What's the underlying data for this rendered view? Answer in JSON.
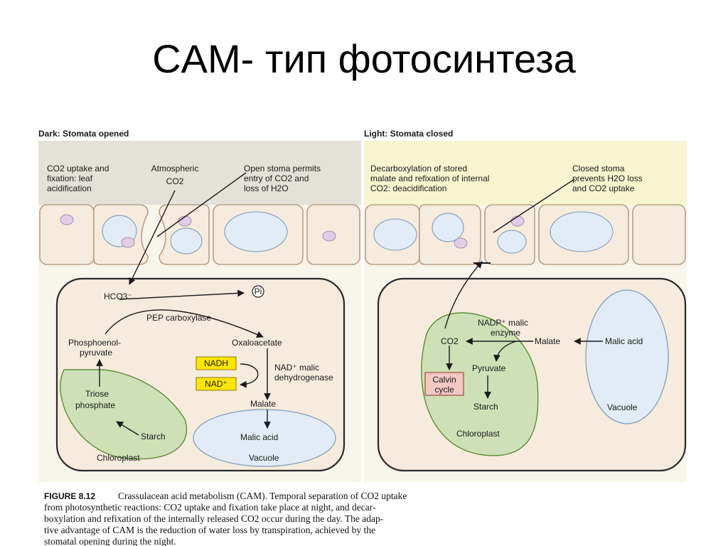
{
  "slide": {
    "title": "CAM- тип фотосинтеза"
  },
  "figure": {
    "dark": {
      "header": "Dark: Stomata opened",
      "note_left": [
        "CO2 uptake and",
        "fixation: leaf",
        "acidification"
      ],
      "note_mid": [
        "Atmospheric",
        "CO2"
      ],
      "note_right": [
        "Open stoma permits",
        "entry of CO2 and",
        "loss of H2O"
      ],
      "hco3": "HCO3⁻",
      "pi": "Pi",
      "pep_carboxylase": "PEP carboxylase",
      "phosphoenolpyruvate": [
        "Phosphoenol-",
        "pyruvate"
      ],
      "oxaloacetate": "Oxaloacetate",
      "nadh": "NADH",
      "nad": "NAD⁺",
      "nad_enzyme": [
        "NAD⁺ malic",
        "dehydrogenase"
      ],
      "malate": "Malate",
      "triose": [
        "Triose",
        "phosphate"
      ],
      "starch": "Starch",
      "chloroplast": "Chloroplast",
      "malic_acid": "Malic acid",
      "vacuole": "Vacuole"
    },
    "light": {
      "header": "Light: Stomata closed",
      "note_left": [
        "Decarboxylation of stored",
        "malate and refixation of internal",
        "CO2: deacidification"
      ],
      "note_right": [
        "Closed stoma",
        "prevents H2O loss",
        "and CO2 uptake"
      ],
      "nadp_enzyme": [
        "NADP⁺ malic",
        "enzyme"
      ],
      "co2": "CO2",
      "malate": "Malate",
      "malic_acid": "Malic acid",
      "pyruvate": "Pyruvate",
      "calvin": [
        "Calvin",
        "cycle"
      ],
      "starch": "Starch",
      "chloroplast": "Chloroplast",
      "vacuole": "Vacuole"
    },
    "caption": {
      "label": "FIGURE 8.12",
      "lines": [
        "Crassulacean acid metabolism (CAM). Temporal separation of CO2 uptake",
        "from photosynthetic reactions: CO2 uptake and fixation take place at night, and decar-",
        "boxylation and refixation of the internally released CO2 occur during the day. The adap-",
        "tive advantage of CAM is the reduction of water loss by transpiration, achieved by the",
        "stomatal opening during the night."
      ]
    }
  },
  "colors": {
    "dark_note_bg": "#e4e1d9",
    "light_note_bg": "#f8f5d0",
    "cell_fill": "#f6ecdd",
    "chloroplast_fill": "#cfe0b8",
    "vacuole_fill": "#e3ecf6",
    "highlight_yellow": "#ffe600",
    "calvin_fill": "#f3c8c2"
  }
}
